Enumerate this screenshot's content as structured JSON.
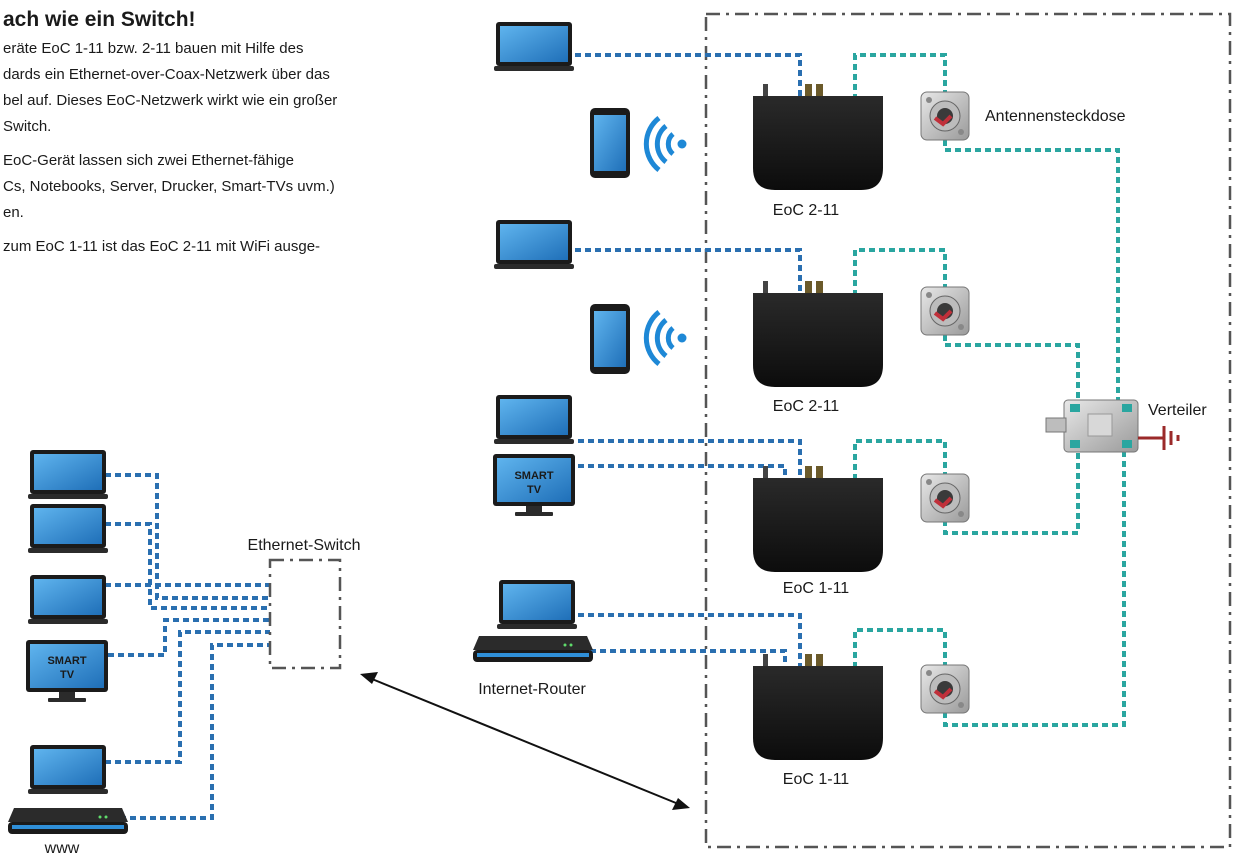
{
  "intro": {
    "title": "ach wie ein Switch!",
    "lines": [
      "eräte EoC 1-11 bzw. 2-11 bauen mit Hilfe des",
      "dards ein Ethernet-over-Coax-Netzwerk über das",
      "bel auf. Dieses EoC-Netzwerk wirkt wie ein großer",
      "Switch.",
      "EoC-Gerät lassen sich zwei Ethernet-fähige",
      "Cs, Notebooks, Server, Drucker, Smart-TVs uvm.)",
      "en.",
      "zum EoC 1-11 ist das EoC 2-11 mit WiFi ausge-"
    ]
  },
  "labels": {
    "eoc_a": "EoC 2-11",
    "eoc_b": "EoC 2-11",
    "eoc_c": "EoC 1-11",
    "eoc_d": "EoC 1-11",
    "socket": "Antennensteckdose",
    "splitter": "Verteiler",
    "router": "Internet-Router",
    "switch": "Ethernet-Switch",
    "www": "www",
    "smart_tv_1": "SMART",
    "smart_tv_2": "TV"
  },
  "colors": {
    "ethernet_wire": "#2a6fb0",
    "coax_wire": "#2aa6a0",
    "device_body": "#151515",
    "screen_blue": "#2f8fd8",
    "wifi_blue": "#1e88d6",
    "ground_red": "#9b2a2a"
  },
  "icons": [
    "laptop-icon",
    "tablet-icon",
    "wifi-icon",
    "smart-tv-icon",
    "router-icon",
    "eoc-adapter-icon",
    "antenna-socket-icon",
    "splitter-icon",
    "ground-icon",
    "double-arrow-icon"
  ]
}
